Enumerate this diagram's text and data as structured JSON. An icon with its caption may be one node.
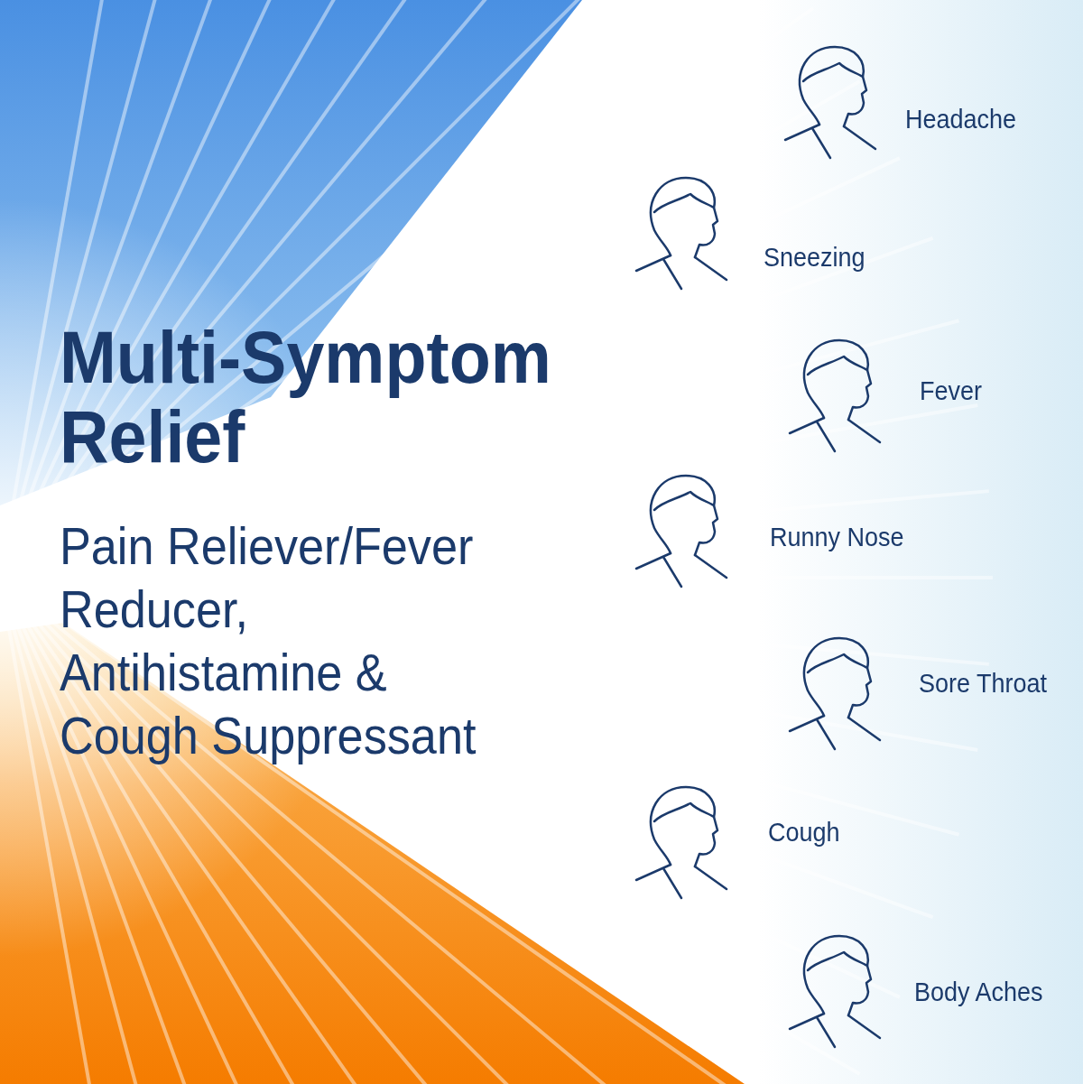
{
  "diagram": {
    "title": "Multi-Symptom Relief",
    "labels": [
      "Pain Reliever/Fever Reducer, Antihistamine & Cough Suppressant",
      "Headache",
      "Sneezing",
      "Fever",
      "Runny Nose",
      "Sore Throat",
      "Cough",
      "Body Aches"
    ]
  }
}
